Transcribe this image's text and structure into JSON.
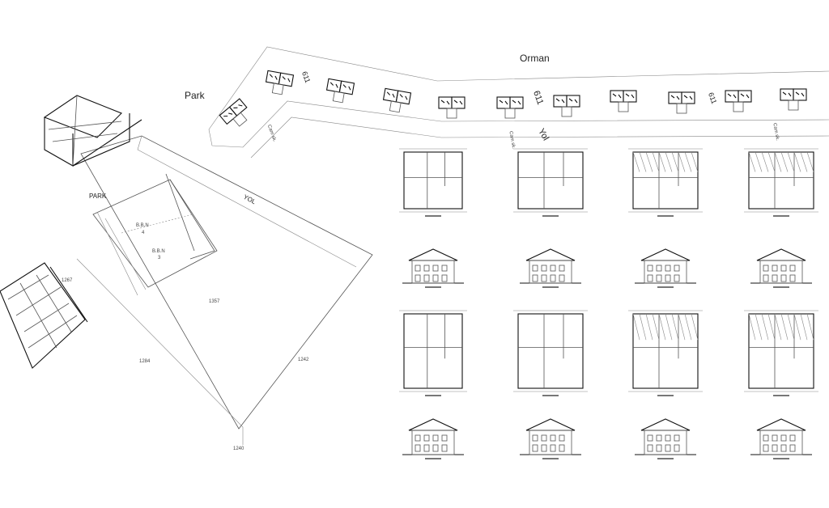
{
  "site_strip": {
    "forest_label": "Orman",
    "park_label": "Park",
    "road_label": "Yol",
    "road_numbers": [
      "611",
      "611",
      "611"
    ],
    "street_labels": [
      "Cam sk.",
      "Cam sk.",
      "Cam sk."
    ]
  },
  "plot_plan": {
    "park_label": "PARK",
    "road_label": "YOL",
    "blocks": [
      {
        "name": "B.B.N",
        "number": "4"
      },
      {
        "name": "B.B.N",
        "number": "3"
      }
    ],
    "parcel_numbers": [
      "1267",
      "1357",
      "1284",
      "1242",
      "1240"
    ]
  },
  "drawing_sheets": {
    "rows": [
      {
        "type": "plan",
        "count": 4
      },
      {
        "type": "elevation",
        "count": 4
      },
      {
        "type": "plan",
        "count": 4
      },
      {
        "type": "section",
        "count": 4
      }
    ]
  }
}
